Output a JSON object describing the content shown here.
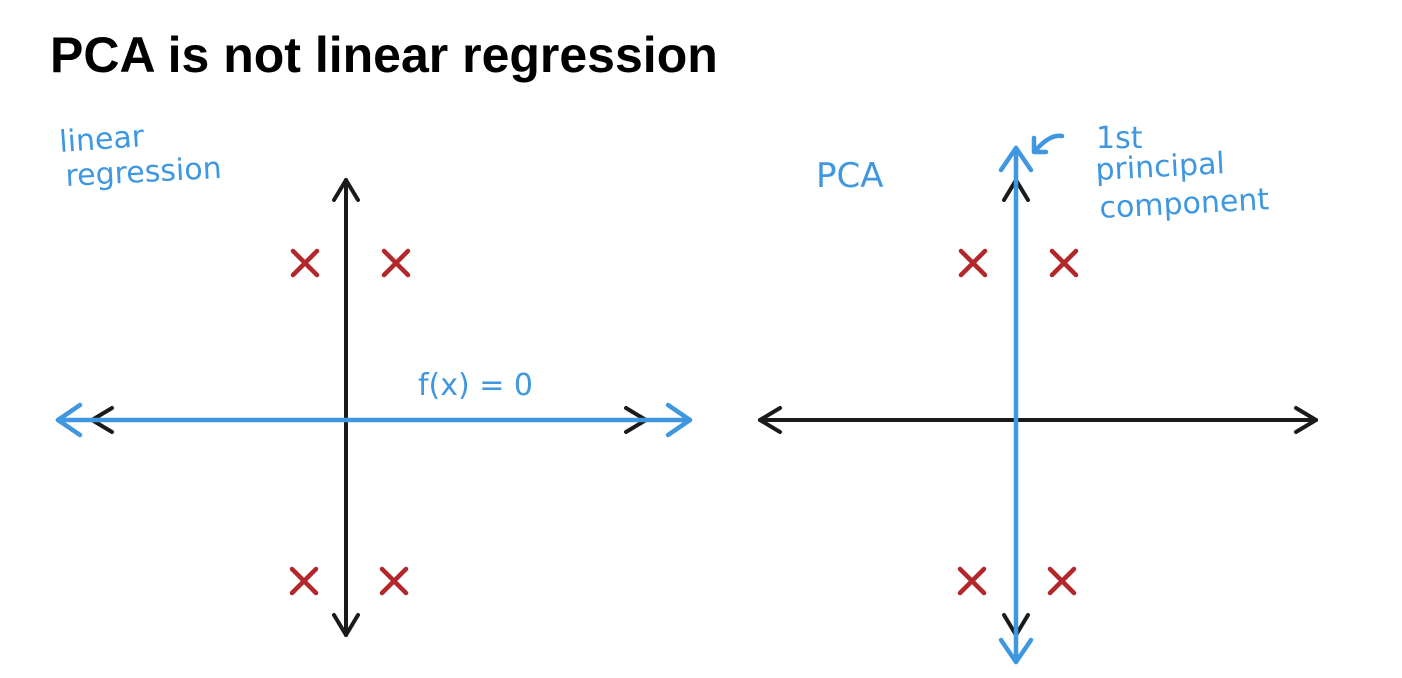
{
  "title": "PCA is not linear regression",
  "colors": {
    "axis": "#1a1a1a",
    "accent": "#3f97e0",
    "point": "#b3262a",
    "background": "#ffffff"
  },
  "left_panel": {
    "label_line1": "linear",
    "label_line2": "regression",
    "fit_label": "f(x) = 0"
  },
  "right_panel": {
    "label": "PCA",
    "annotation_line1": "1st",
    "annotation_line2": "principal",
    "annotation_line3": "component"
  },
  "point_glyph": "cross-mark"
}
